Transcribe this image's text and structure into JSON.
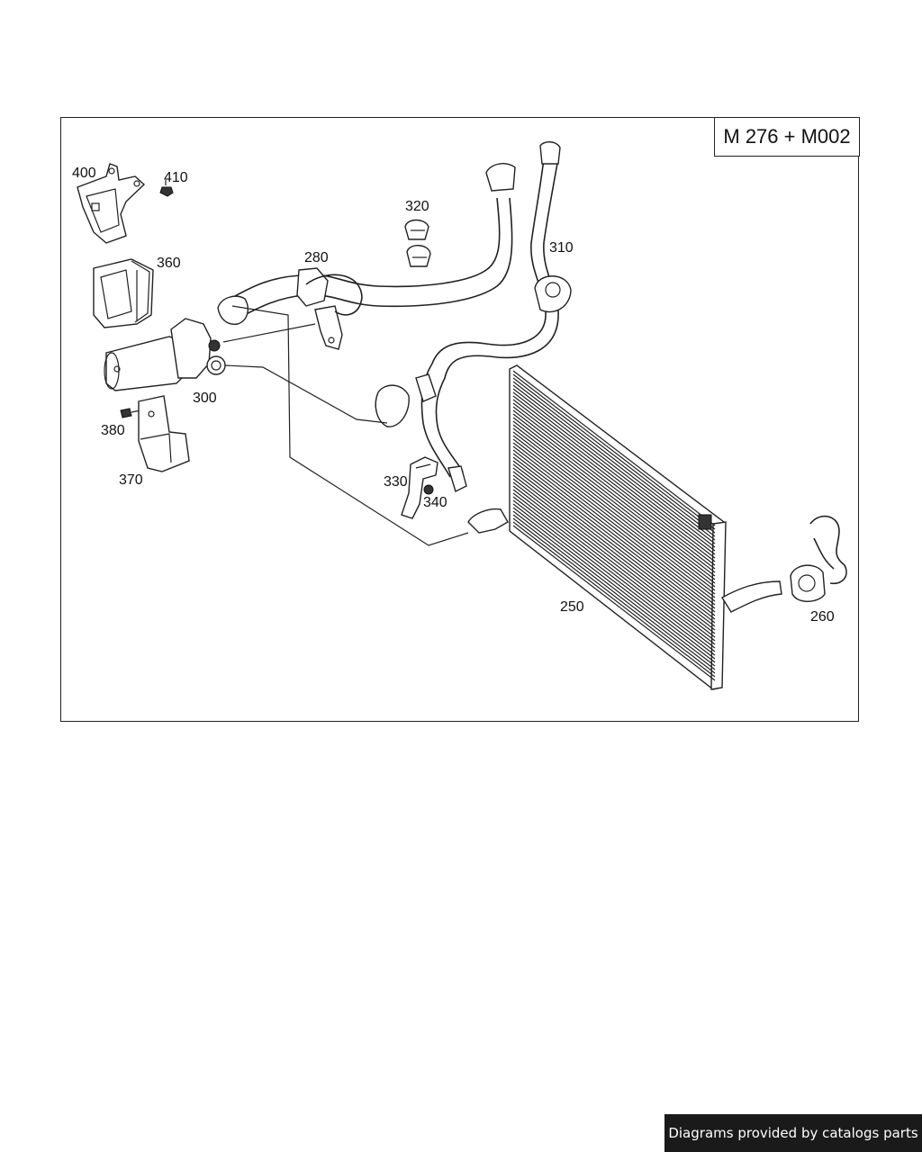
{
  "diagram": {
    "model_code": "M 276 + M002",
    "parts": [
      {
        "id": "p400",
        "label": "400"
      },
      {
        "id": "p410",
        "label": "410"
      },
      {
        "id": "p320",
        "label": "320"
      },
      {
        "id": "p280",
        "label": "280"
      },
      {
        "id": "p310",
        "label": "310"
      },
      {
        "id": "p360",
        "label": "360"
      },
      {
        "id": "p300",
        "label": "300"
      },
      {
        "id": "p380",
        "label": "380"
      },
      {
        "id": "p370",
        "label": "370"
      },
      {
        "id": "p330",
        "label": "330"
      },
      {
        "id": "p340",
        "label": "340"
      },
      {
        "id": "p250",
        "label": "250"
      },
      {
        "id": "p260",
        "label": "260"
      }
    ]
  },
  "footer": {
    "credit": "Diagrams provided by catalogs parts"
  }
}
